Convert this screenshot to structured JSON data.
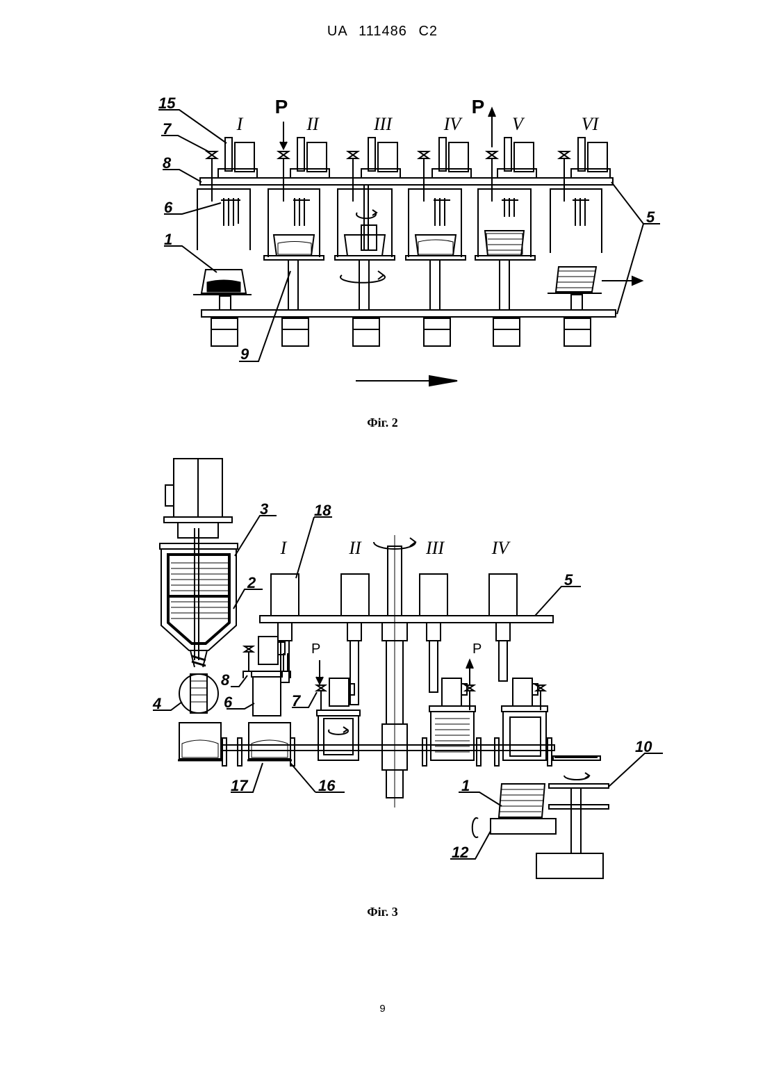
{
  "header": {
    "patent_number": "UA   111486   C2"
  },
  "figure2": {
    "caption": "Фіг. 2",
    "stations": [
      "I",
      "II",
      "III",
      "IV",
      "V",
      "VI"
    ],
    "pressure_label_in": "P",
    "pressure_label_out": "P",
    "labels": {
      "n15": "15",
      "n7": "7",
      "n8": "8",
      "n6": "6",
      "n1": "1",
      "n5": "5",
      "n9": "9"
    }
  },
  "figure3": {
    "caption": "Фіг. 3",
    "stations": [
      "I",
      "II",
      "III",
      "IV"
    ],
    "pressure_label_in": "P",
    "pressure_label_out": "P",
    "labels": {
      "n3": "3",
      "n18": "18",
      "n5": "5",
      "n2": "2",
      "n8": "8",
      "n4": "4",
      "n6": "6",
      "n7": "7",
      "n10": "10",
      "n17": "17",
      "n16": "16",
      "n1": "1",
      "n12": "12"
    }
  },
  "footer": {
    "page_number": "9"
  }
}
